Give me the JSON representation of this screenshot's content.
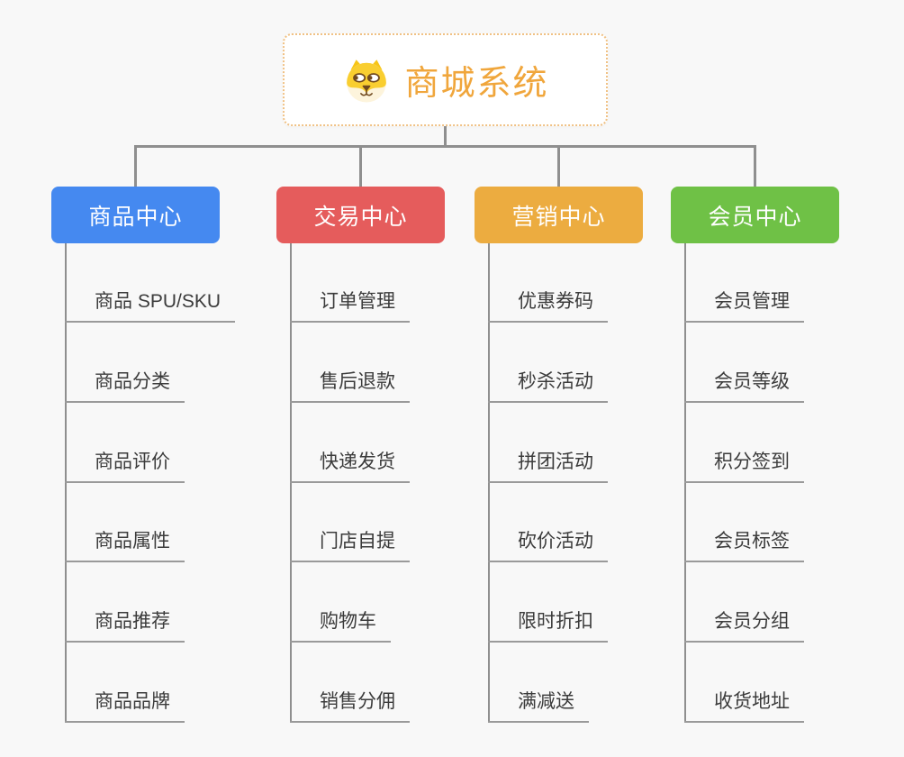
{
  "page": {
    "background_color": "#f8f8f8",
    "connector_color": "#8f8f8f",
    "underline_color": "#9a9a9a",
    "item_text_color": "#3b3b3b"
  },
  "root": {
    "title": "商城系统",
    "icon": "dog-face-icon",
    "title_color": "#f0a63c",
    "border_color": "#f0c184",
    "background": "#ffffff"
  },
  "branches": [
    {
      "label": "商品中心",
      "color": "#4589f0",
      "items": [
        "商品 SPU/SKU",
        "商品分类",
        "商品评价",
        "商品属性",
        "商品推荐",
        "商品品牌"
      ]
    },
    {
      "label": "交易中心",
      "color": "#e55c5c",
      "items": [
        "订单管理",
        "售后退款",
        "快递发货",
        "门店自提",
        "购物车",
        "销售分佣"
      ]
    },
    {
      "label": "营销中心",
      "color": "#ecac40",
      "items": [
        "优惠券码",
        "秒杀活动",
        "拼团活动",
        "砍价活动",
        "限时折扣",
        "满减送"
      ]
    },
    {
      "label": "会员中心",
      "color": "#6fc146",
      "items": [
        "会员管理",
        "会员等级",
        "积分签到",
        "会员标签",
        "会员分组",
        "收货地址"
      ]
    }
  ]
}
